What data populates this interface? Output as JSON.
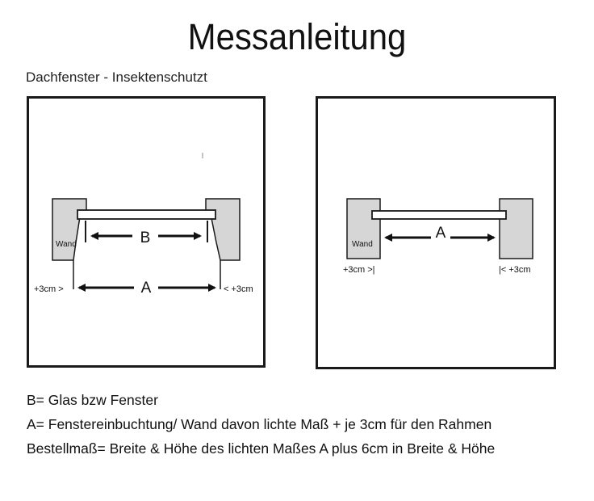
{
  "title": "Messanleitung",
  "subtitle": "Dachfenster - Insektenschutzt",
  "left_diagram": {
    "wall_label": "Wand",
    "label_b": "B",
    "label_a": "A",
    "left_offset": "+3cm >",
    "right_offset": "< +3cm"
  },
  "right_diagram": {
    "wall_label": "Wand",
    "label_a": "A",
    "left_offset": "+3cm >|",
    "right_offset": "|< +3cm"
  },
  "legend": {
    "b": "B= Glas bzw Fenster",
    "a": "A= Fenstereinbuchtung/ Wand davon lichte Maß + je 3cm für den Rahmen",
    "order": "Bestellmaß= Breite & Höhe des lichten Maßes A plus 6cm in Breite & Höhe"
  }
}
